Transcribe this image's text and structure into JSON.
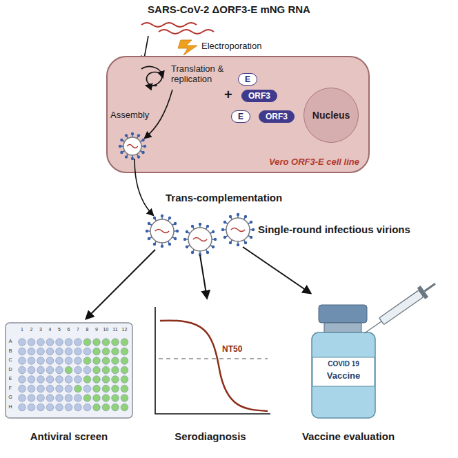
{
  "diagram": {
    "title": "SARS-CoV-2 ΔORF3-E mNG RNA",
    "nodes": [
      {
        "text": [
          "Vero ORF3-E cell line"
        ]
      },
      {
        "text": [
          "E"
        ],
        "in": 0
      },
      {
        "text": [
          "ORF3"
        ],
        "in": 0
      },
      {
        "text": [
          "E"
        ],
        "in": 0
      },
      {
        "text": [
          "ORF3"
        ],
        "in": 0
      },
      {
        "text": [
          "Nucleus"
        ],
        "in": 0
      }
    ],
    "labels": [
      "Electroporation",
      "Translation & replication",
      "Assembly",
      "+",
      "Trans-complementation",
      "Single-round infectious virions",
      "NT50",
      "COVID 19",
      "Vaccine",
      "Antiviral screen",
      "Serodiagnosis",
      "Vaccine evaluation",
      "1",
      "2",
      "3",
      "4",
      "5",
      "6",
      "7",
      "8",
      "9",
      "10",
      "11",
      "12",
      "A",
      "B",
      "C",
      "D",
      "E",
      "F",
      "G",
      "H"
    ]
  }
}
